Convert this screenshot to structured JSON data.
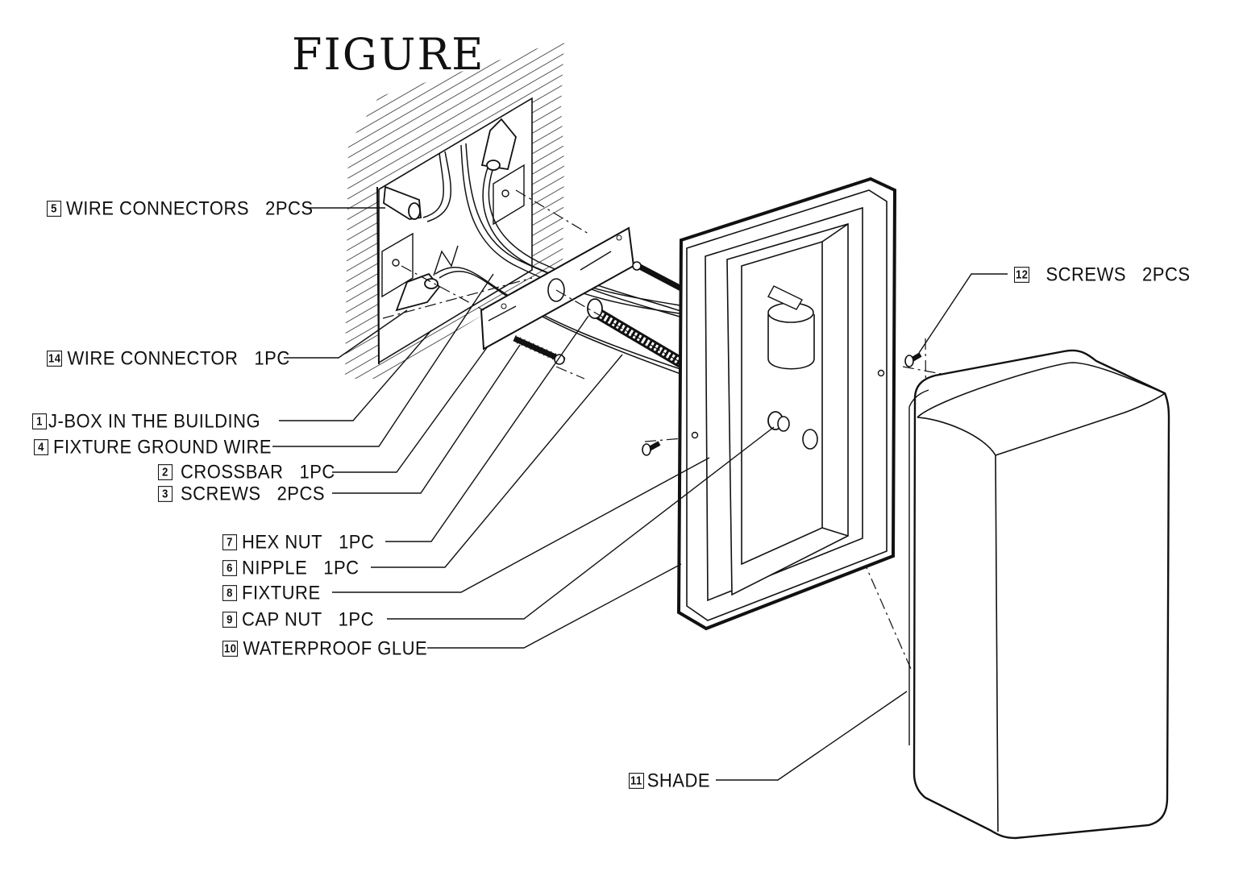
{
  "title": "FIGURE",
  "labels": [
    {
      "num": "5",
      "text": "WIRE CONNECTORS",
      "qty": "2PCS"
    },
    {
      "num": "14",
      "text": "WIRE CONNECTOR",
      "qty": "1PC"
    },
    {
      "num": "1",
      "text": "J-BOX IN THE BUILDING",
      "qty": ""
    },
    {
      "num": "4",
      "text": "FIXTURE GROUND WIRE",
      "qty": ""
    },
    {
      "num": "2",
      "text": "CROSSBAR",
      "qty": "1PC"
    },
    {
      "num": "3",
      "text": "SCREWS",
      "qty": "2PCS"
    },
    {
      "num": "7",
      "text": "HEX NUT",
      "qty": "1PC"
    },
    {
      "num": "6",
      "text": "NIPPLE",
      "qty": "1PC"
    },
    {
      "num": "8",
      "text": "FIXTURE",
      "qty": ""
    },
    {
      "num": "9",
      "text": "CAP NUT",
      "qty": "1PC"
    },
    {
      "num": "10",
      "text": "WATERPROOF GLUE",
      "qty": ""
    },
    {
      "num": "12",
      "text": "SCREWS",
      "qty": "2PCS"
    },
    {
      "num": "11",
      "text": "SHADE",
      "qty": ""
    }
  ]
}
